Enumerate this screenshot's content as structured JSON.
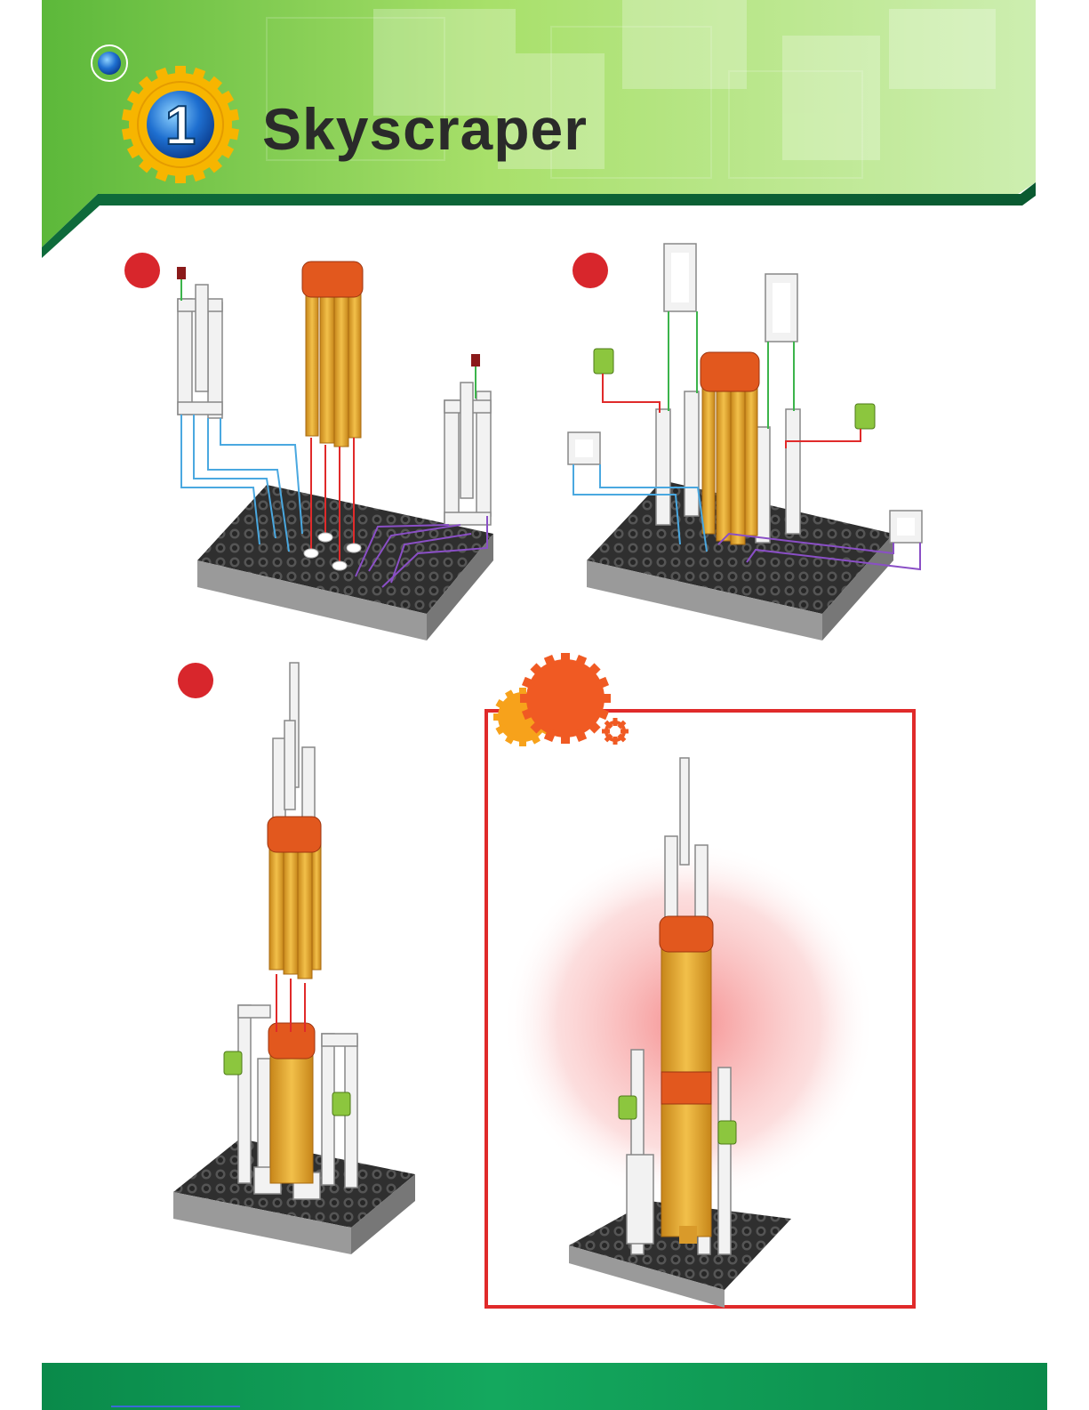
{
  "header": {
    "chapter_number": "1",
    "title": "Skyscraper"
  },
  "steps": [
    {
      "marker": "step-1-marker"
    },
    {
      "marker": "step-2-marker"
    },
    {
      "marker": "step-3-marker"
    }
  ],
  "colors": {
    "header_green_light": "#b9e87a",
    "header_green_dark": "#3a9b2e",
    "band_dark_green": "#0e6b3b",
    "gear_yellow": "#f7b500",
    "gear_blue": "#1e6fd0",
    "step_red": "#d8262c",
    "frame_red": "#e02a2a",
    "badge_orange": "#f05a23",
    "column_orange": "#e6a52c",
    "cap_orange": "#e2581e",
    "base_grey": "#3a3a3a",
    "connector_green": "#8cc63e",
    "footer_green": "#14a85e"
  }
}
